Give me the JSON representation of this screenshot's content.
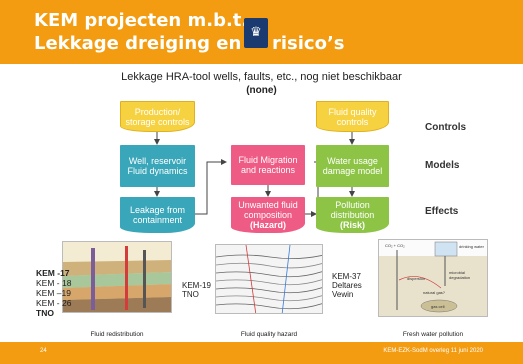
{
  "header": {
    "title_line1": "KEM projecten m.b.t.",
    "title_line2_left": "Lekkage dreiging en",
    "title_line2_right": "risico’s",
    "bg_color": "#f39c12"
  },
  "subtitle": {
    "line1": "Lekkage HRA-tool wells, faults, etc., nog niet beschikbaar",
    "line2": "(none)"
  },
  "diagram": {
    "controls": {
      "left": "Production/ storage controls",
      "right": "Fluid quality controls"
    },
    "models": {
      "left": "Well, reservoir Fluid dynamics",
      "middle": "Fluid Migration and reactions",
      "right": "Water usage damage model"
    },
    "effects": {
      "left": "Leakage from containment",
      "middle_text": "Unwanted fluid composition",
      "middle_tag": "(Hazard)",
      "right_text": "Pollution distribution",
      "right_tag": "(Risk)"
    },
    "row_labels": {
      "controls": "Controls",
      "models": "Models",
      "effects": "Effects"
    },
    "colors": {
      "yellow": "#f7d240",
      "teal": "#3aa6b9",
      "pink": "#ee5b84",
      "green": "#8dc445"
    }
  },
  "bottom": {
    "kem_list": [
      "KEM -17",
      "KEM - 18",
      "KEM –19",
      "KEM - 26",
      "TNO"
    ],
    "note_middle": [
      "KEM-19",
      "TNO"
    ],
    "note_right": [
      "KEM-37",
      "Deltares",
      "Vewin"
    ],
    "captions": {
      "left": "Fluid redistribution",
      "middle": "Fluid quality hazard",
      "right": "Fresh water pollution"
    },
    "figure_labels": {
      "co2": "CO₂ + CO₂",
      "drinking_water": "drinking water",
      "dispersion": "dispersion",
      "natural_gas": "natural gas?",
      "gas_cell": "gas cell",
      "microbial": "microbial degradation"
    }
  },
  "footer": {
    "page_number": "24",
    "text": "KEM-EZK-SodM overleg 11 juni 2020"
  }
}
